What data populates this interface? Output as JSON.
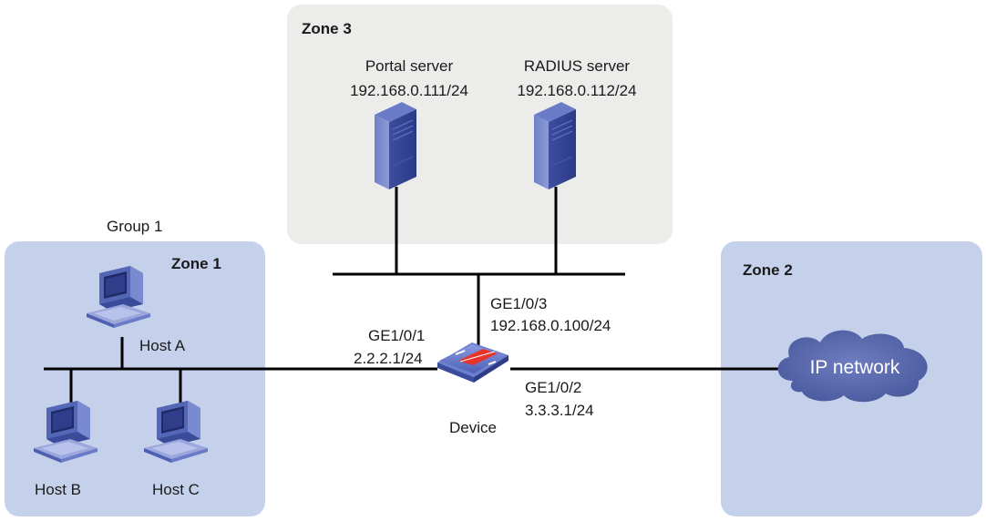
{
  "colors": {
    "zone_blue": "#c5d1ea",
    "zone_gray": "#ececea",
    "line": "#000000",
    "cloud": "#5a6aae",
    "device": "#5b6fc0",
    "device_accent": "#e8332a"
  },
  "zones": {
    "zone1": "Zone 1",
    "zone2": "Zone 2",
    "zone3": "Zone 3"
  },
  "group_label": "Group 1",
  "servers": {
    "portal": {
      "name": "Portal server",
      "ip": "192.168.0.111/24"
    },
    "radius": {
      "name": "RADIUS server",
      "ip": "192.168.0.112/24"
    }
  },
  "hosts": {
    "a": "Host A",
    "b": "Host B",
    "c": "Host C"
  },
  "device": {
    "name": "Device",
    "ports": {
      "ge1": {
        "name": "GE1/0/1",
        "ip": "2.2.2.1/24"
      },
      "ge2": {
        "name": "GE1/0/2",
        "ip": "3.3.3.1/24"
      },
      "ge3": {
        "name": "GE1/0/3",
        "ip": "192.168.0.100/24"
      }
    }
  },
  "cloud_label": "IP network",
  "icons": [
    "server-icon",
    "pc-icon",
    "device-icon",
    "cloud-icon"
  ]
}
